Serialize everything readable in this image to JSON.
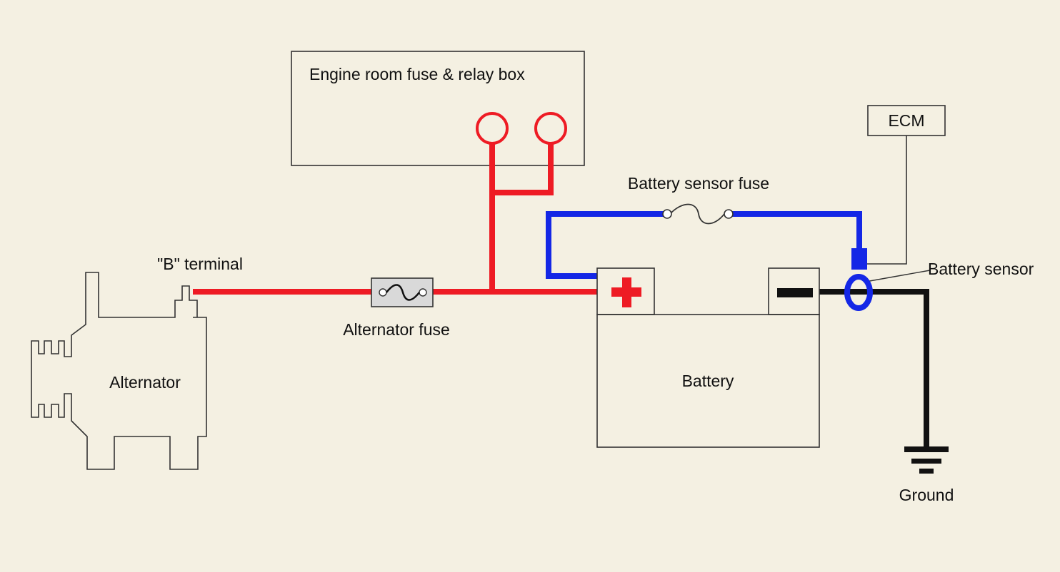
{
  "labels": {
    "fuse_box": "Engine room fuse & relay box",
    "ecm": "ECM",
    "battery_sensor_fuse": "Battery sensor fuse",
    "battery_sensor": "Battery sensor",
    "b_terminal": "\"B\" terminal",
    "alternator_fuse": "Alternator fuse",
    "alternator": "Alternator",
    "battery": "Battery",
    "ground": "Ground"
  },
  "colors": {
    "background": "#f4f0e2",
    "positive_wire": "#ee1b24",
    "sensor_wire": "#1427e6",
    "ground_wire": "#111111",
    "outline": "#333333"
  }
}
